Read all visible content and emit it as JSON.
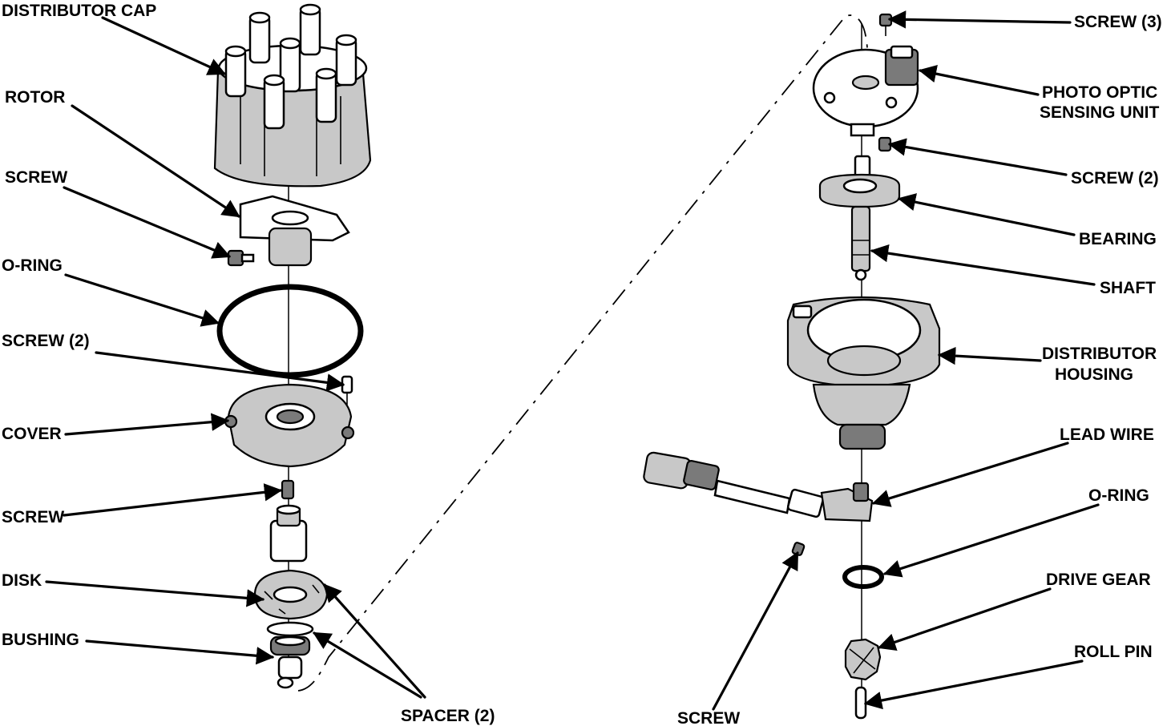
{
  "labels": {
    "distributor_cap": "DISTRIBUTOR CAP",
    "rotor": "ROTOR",
    "screw_rotor": "SCREW",
    "o_ring_large": "O-RING",
    "screw_2_cover": "SCREW (2)",
    "cover": "COVER",
    "screw_disk": "SCREW",
    "disk": "DISK",
    "bushing": "BUSHING",
    "spacer_2": "SPACER (2)",
    "screw_3": "SCREW (3)",
    "photo_optic_line1": "PHOTO OPTIC",
    "photo_optic_line2": "SENSING UNIT",
    "screw_2_right": "SCREW (2)",
    "bearing": "BEARING",
    "shaft": "SHAFT",
    "housing_line1": "DISTRIBUTOR",
    "housing_line2": "HOUSING",
    "lead_wire": "LEAD WIRE",
    "o_ring_small": "O-RING",
    "drive_gear": "DRIVE GEAR",
    "roll_pin": "ROLL PIN",
    "screw_bottom": "SCREW"
  }
}
